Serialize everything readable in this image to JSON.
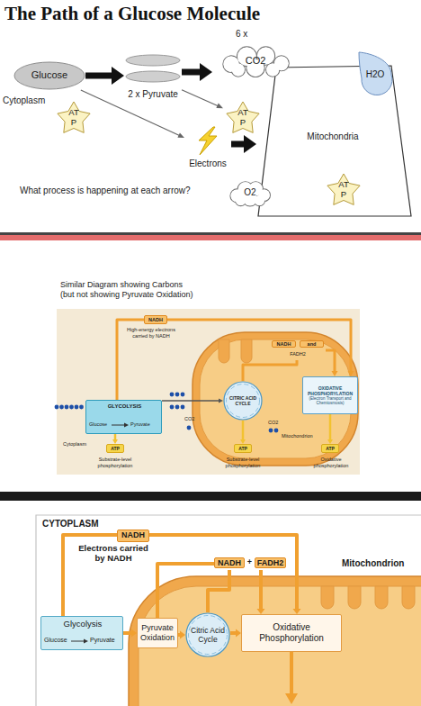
{
  "diagram": {
    "title": "The Path of a Glucose Molecule",
    "nodes": [
      {
        "text": [
          "Glucose"
        ]
      },
      {
        "text": [
          "AT P"
        ]
      },
      {
        "text": [
          "2 x Pyruvate"
        ]
      },
      {
        "text": [
          "6 x",
          "CO2"
        ]
      },
      {
        "text": [
          "AT P"
        ]
      },
      {
        "text": [
          "Electrons"
        ]
      },
      {
        "text": [
          "O2"
        ]
      },
      {
        "text": [
          "Mitochondria"
        ]
      },
      {
        "text": [
          "AT P"
        ],
        "in": 7
      },
      {
        "text": [
          "H2O"
        ]
      },
      {
        "text": [
          "NADH"
        ]
      },
      {
        "text": [
          "GLYCOLYSIS",
          "Glucose",
          "Pyruvate"
        ]
      },
      {
        "text": [
          "Mitochondrion"
        ]
      },
      {
        "text": [
          "CITRIC ACID CYCLE"
        ],
        "in": 12
      },
      {
        "text": [
          "NADH",
          "and",
          "FADH2"
        ],
        "in": 12
      },
      {
        "text": [
          "OXIDATIVE PHOSPHORYLATION",
          "(Electron Transport and Chemiosmosis)"
        ],
        "in": 12
      },
      {
        "text": [
          "ATP"
        ]
      },
      {
        "text": [
          "ATP"
        ],
        "in": 12
      },
      {
        "text": [
          "ATP"
        ],
        "in": 12
      },
      {
        "text": [
          "NADH"
        ]
      },
      {
        "text": [
          "Glycolysis",
          "Glucose",
          "Pyruvate"
        ]
      },
      {
        "text": [
          "Mitochondrion"
        ]
      },
      {
        "text": [
          "Pyruvate Oxidation"
        ],
        "in": 21
      },
      {
        "text": [
          "Citric Acid Cycle"
        ],
        "in": 21
      },
      {
        "text": [
          "NADH",
          "+",
          "FADH2"
        ],
        "in": 21
      },
      {
        "text": [
          "Oxidative Phosphorylation"
        ],
        "in": 21
      }
    ],
    "edges": [
      {
        "from": 0,
        "to": 2,
        "arrow": "to"
      },
      {
        "from": 2,
        "to": 3,
        "arrow": "to"
      },
      {
        "from": 2,
        "to": 4,
        "arrow": "to"
      },
      {
        "from": 0,
        "to": 5,
        "arrow": "to"
      },
      {
        "from": 5,
        "to": 7,
        "arrow": "to"
      },
      {
        "from": 11,
        "to": 13,
        "arrow": "to"
      },
      {
        "from": 11,
        "to": 10,
        "arrow": "none"
      },
      {
        "from": 10,
        "to": 15,
        "arrow": "to"
      },
      {
        "from": 13,
        "to": 14,
        "arrow": "none"
      },
      {
        "from": 14,
        "to": 15,
        "arrow": "to"
      },
      {
        "from": 11,
        "to": 16,
        "arrow": "to"
      },
      {
        "from": 13,
        "to": 17,
        "arrow": "to"
      },
      {
        "from": 15,
        "to": 18,
        "arrow": "to"
      },
      {
        "from": 20,
        "to": 22,
        "arrow": "to"
      },
      {
        "from": 22,
        "to": 23,
        "arrow": "to"
      },
      {
        "from": 23,
        "to": 25,
        "arrow": "to"
      },
      {
        "from": 20,
        "to": 19,
        "arrow": "none"
      },
      {
        "from": 19,
        "to": 25,
        "arrow": "to"
      },
      {
        "from": 22,
        "to": 24,
        "arrow": "none"
      },
      {
        "from": 23,
        "to": 24,
        "arrow": "none"
      },
      {
        "from": 24,
        "to": 25,
        "arrow": "to"
      }
    ],
    "labels": [
      "Cytoplasm",
      "What process is happening at each arrow?",
      "Similar Diagram showing Carbons (but not showing Pyruvate Oxidation)",
      "High-energy electrons carried by NADH",
      "Cytoplasm",
      "CO2",
      "CO2",
      "Substrate-level phosphorylation",
      "Substrate-level phosphorylation",
      "Oxidative phosphorylation",
      "CYTOPLASM",
      "Electrons carried by NADH"
    ]
  }
}
